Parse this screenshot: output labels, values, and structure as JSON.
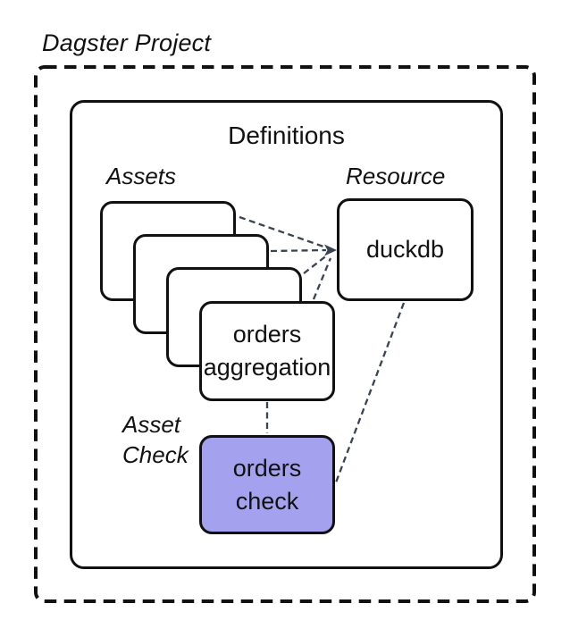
{
  "title": "Dagster Project",
  "definitions": {
    "label": "Definitions"
  },
  "sections": {
    "assets": "Assets",
    "resource": "Resource",
    "asset_check": [
      "Asset",
      "Check"
    ]
  },
  "nodes": {
    "asset_stack_blank_count": 3,
    "orders_aggregation": [
      "orders",
      "aggregation"
    ],
    "duckdb": "duckdb",
    "orders_check": [
      "orders",
      "check"
    ]
  },
  "edges": [
    {
      "from": "asset-card-1",
      "to": "duckdb",
      "style": "dashed"
    },
    {
      "from": "asset-card-2",
      "to": "duckdb",
      "style": "dashed"
    },
    {
      "from": "asset-card-3",
      "to": "duckdb",
      "style": "dashed"
    },
    {
      "from": "orders-aggregation",
      "to": "duckdb",
      "style": "dashed-arrow"
    },
    {
      "from": "orders-aggregation",
      "to": "orders-check",
      "style": "dashed"
    },
    {
      "from": "duckdb",
      "to": "orders-check",
      "style": "dashed"
    }
  ],
  "colors": {
    "background": "#ffffff",
    "border": "#111111",
    "text": "#111111",
    "connector": "#3a4351",
    "asset_check_fill": "#a4a2ee"
  }
}
